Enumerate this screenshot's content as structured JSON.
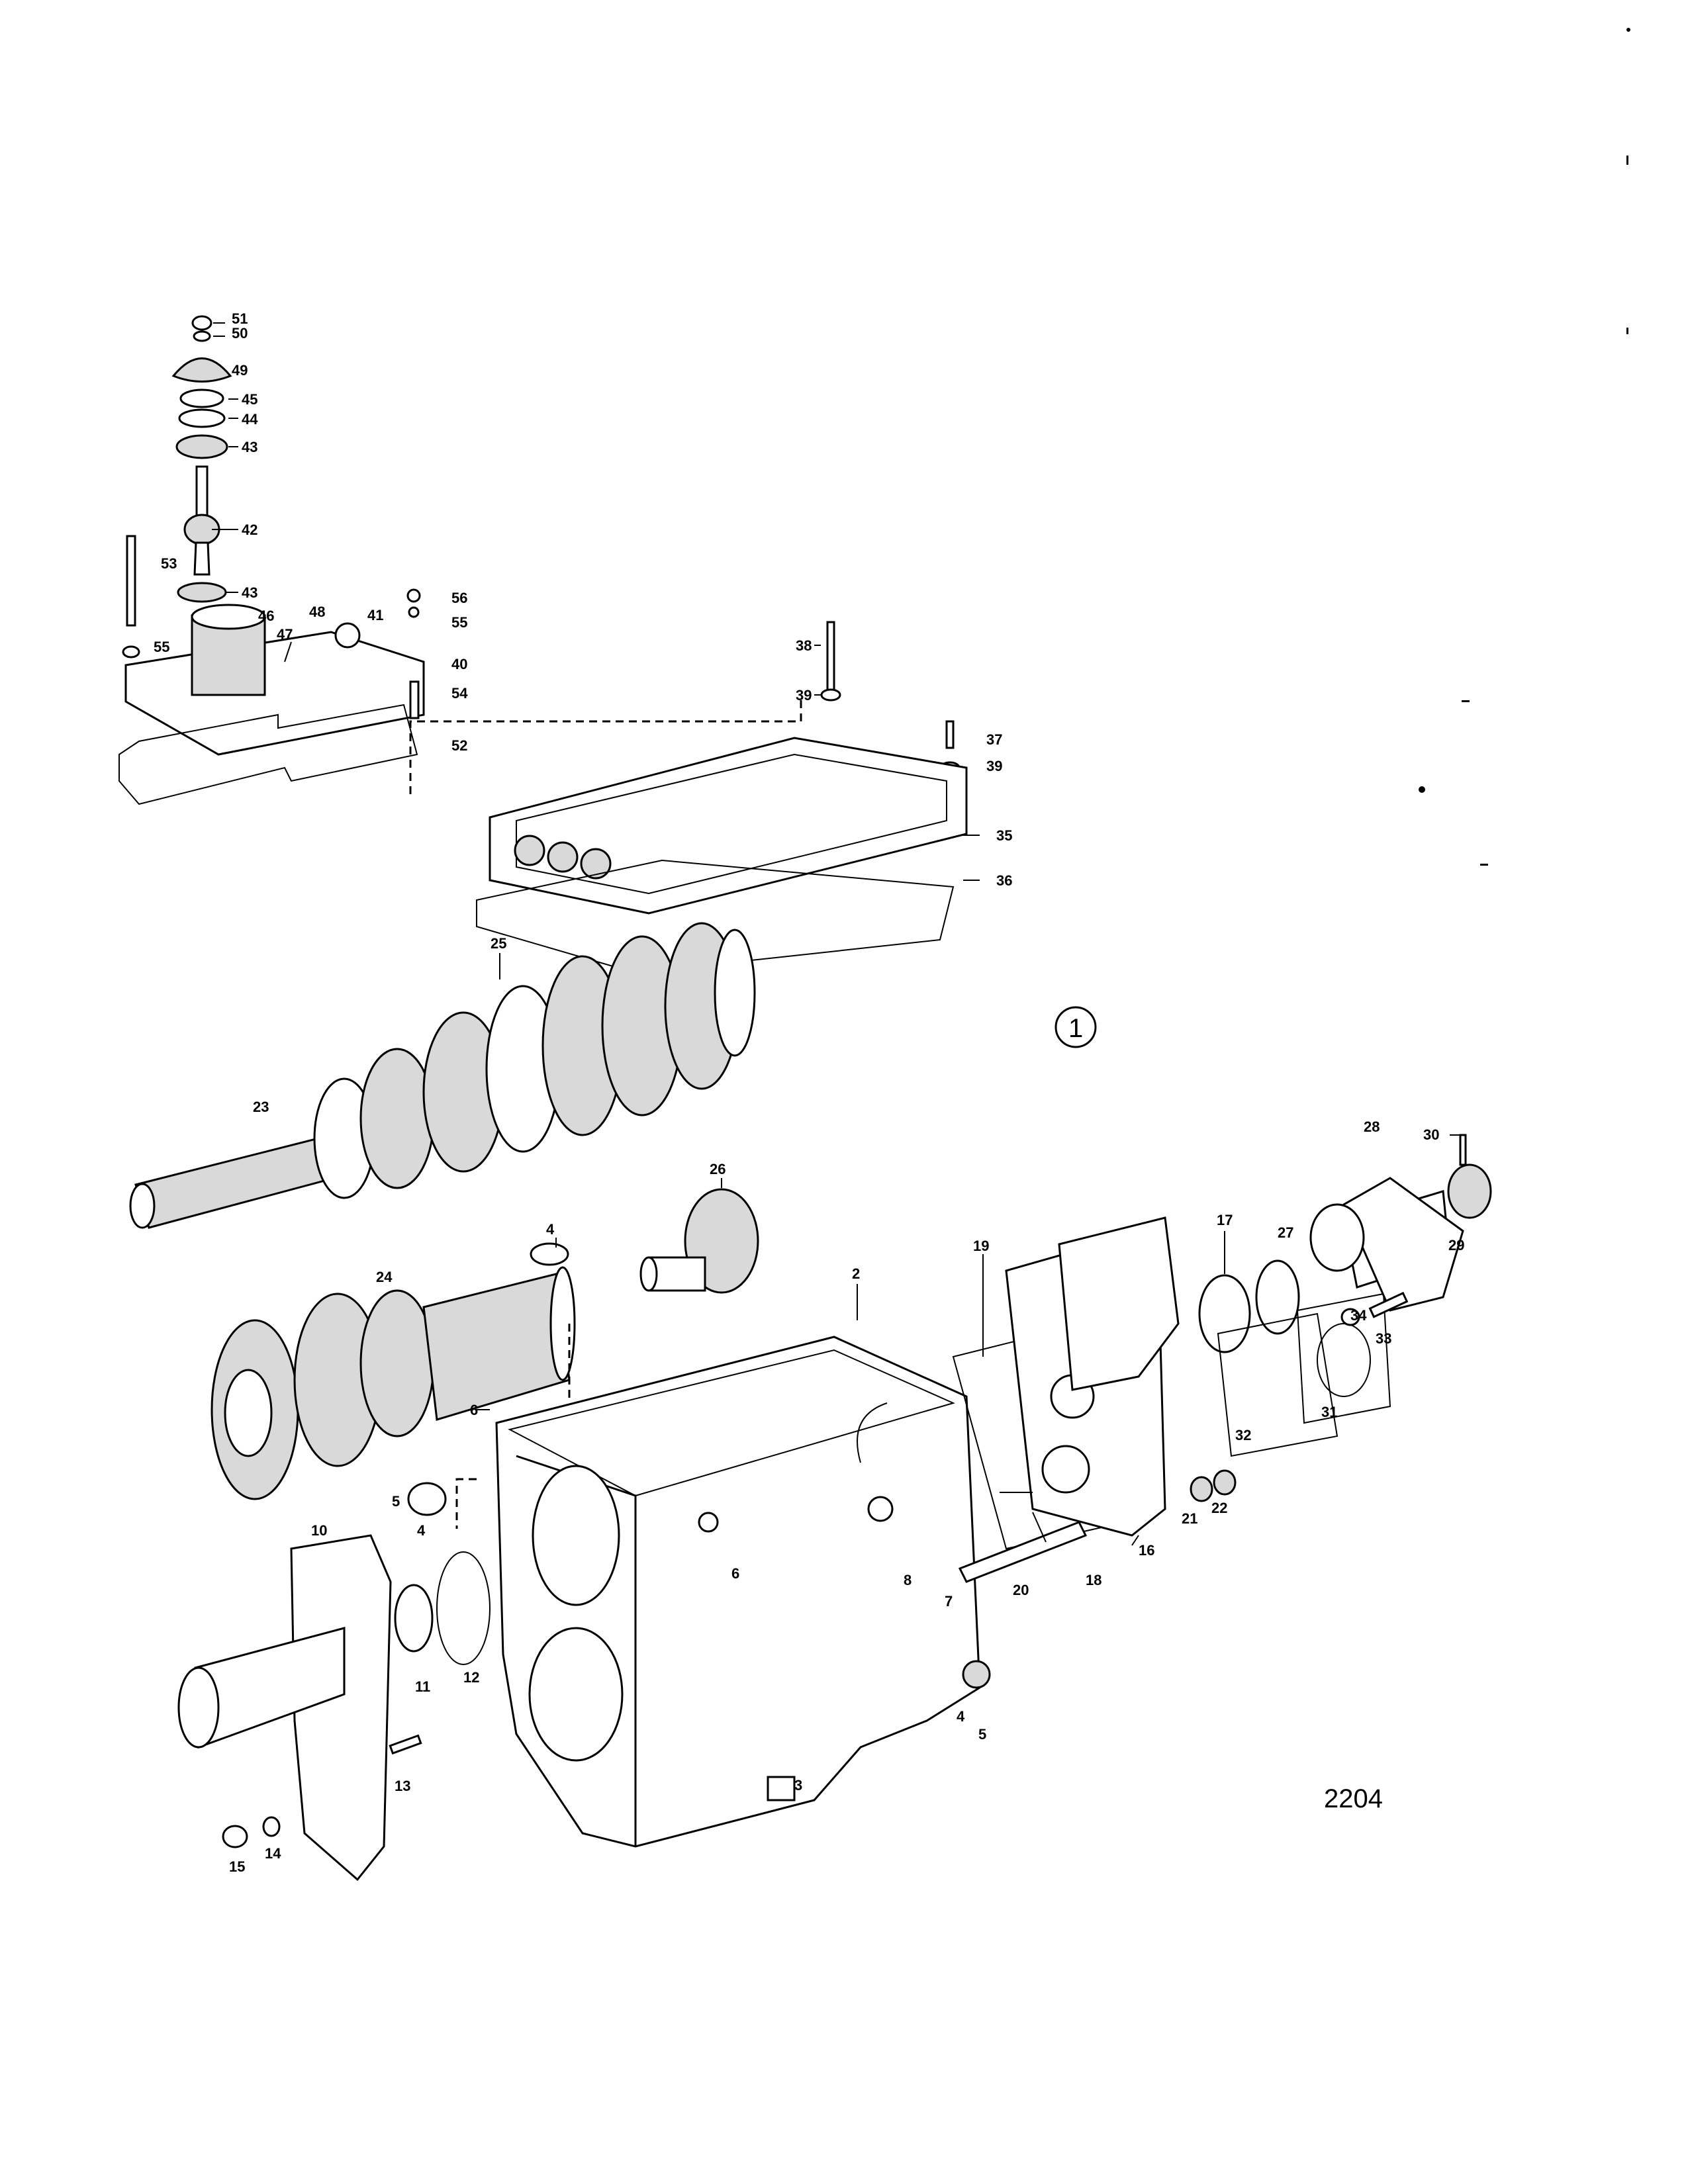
{
  "figure_number": "1",
  "drawing_number": "2204",
  "callouts": [
    "51",
    "50",
    "49",
    "45",
    "44",
    "43",
    "42",
    "53",
    "43",
    "56",
    "55",
    "41",
    "46",
    "48",
    "47",
    "55",
    "40",
    "54",
    "52",
    "38",
    "39",
    "37",
    "39",
    "35",
    "36",
    "25",
    "23",
    "26",
    "28",
    "30",
    "17",
    "27",
    "29",
    "19",
    "34",
    "33",
    "24",
    "4",
    "2",
    "6",
    "31",
    "32",
    "5",
    "4",
    "10",
    "8",
    "6",
    "21",
    "22",
    "16",
    "20",
    "18",
    "7",
    "11",
    "12",
    "13",
    "4",
    "5",
    "3",
    "14",
    "15"
  ]
}
